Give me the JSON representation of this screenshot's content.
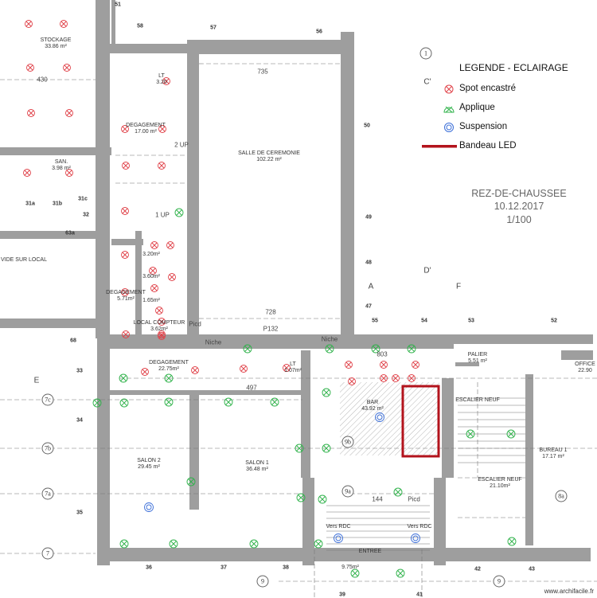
{
  "legend": {
    "title": "LEGENDE - ECLAIRAGE",
    "items": [
      {
        "label": "Spot encastré",
        "icon": "spot-icon",
        "color": "#e0434a"
      },
      {
        "label": "Applique",
        "icon": "applique-icon",
        "color": "#2fb24a"
      },
      {
        "label": "Suspension",
        "icon": "suspension-icon",
        "color": "#3c6fd8"
      },
      {
        "label": "Bandeau LED",
        "icon": "led-strip",
        "color": "#b3131c"
      }
    ]
  },
  "stamp": {
    "level": "REZ-DE-CHAUSSEE",
    "date": "10.12.2017",
    "scale": "1/100"
  },
  "rooms": [
    {
      "name": "STOCKAGE",
      "area": "33.86 m²"
    },
    {
      "name": "LT",
      "area": "3.20"
    },
    {
      "name": "DEGAGEMENT",
      "area": "17.00 m²"
    },
    {
      "name": "SAN.",
      "area": "3.98 m²"
    },
    {
      "name": "SALLE DE CEREMONIE",
      "area": "102.22 m²"
    },
    {
      "name": "DEGAGEMENT",
      "area": "5.71m²"
    },
    {
      "name": "",
      "area": "3.20m²"
    },
    {
      "name": "",
      "area": "3.60m²"
    },
    {
      "name": "",
      "area": "1.65m²"
    },
    {
      "name": "LOCAL COMPTEUR",
      "area": "3.62m²"
    },
    {
      "name": "DEGAGEMENT",
      "area": "22.75m²"
    },
    {
      "name": "LT",
      "area": "1.07m²"
    },
    {
      "name": "SALON 2",
      "area": "29.45 m²"
    },
    {
      "name": "SALON 1",
      "area": "36.48 m²"
    },
    {
      "name": "BAR",
      "area": "43.92 m²"
    },
    {
      "name": "PALIER",
      "area": "5.51 m²"
    },
    {
      "name": "ESCALIER NEUF",
      "area": ""
    },
    {
      "name": "ESCALIER NEUF",
      "area": "21.10m²"
    },
    {
      "name": "OFFICE",
      "area": "22.90"
    },
    {
      "name": "BUREAU 1",
      "area": "17.17 m²"
    },
    {
      "name": "ENTREE",
      "area": ""
    },
    {
      "name": "",
      "area": "9.75m²"
    },
    {
      "name": "Vers RDC",
      "area": ""
    },
    {
      "name": "Vers RDC",
      "area": ""
    },
    {
      "name": "VIDE SUR LOCAL",
      "area": ""
    }
  ],
  "openings": [
    "51",
    "58",
    "57",
    "56",
    "50",
    "49",
    "48",
    "47",
    "55",
    "54",
    "53",
    "52",
    "31a",
    "31b",
    "31c",
    "32",
    "63a",
    "68",
    "33",
    "34",
    "35",
    "36",
    "37",
    "38",
    "39",
    "41",
    "42",
    "43"
  ],
  "grid_markers": [
    "1",
    "7c",
    "7b",
    "7a",
    "7",
    "9",
    "9",
    "8a",
    "9b",
    "9a"
  ],
  "section_marks": [
    "C'",
    "D'",
    "A",
    "F",
    "E"
  ],
  "dimensions": [
    "430",
    "735",
    "728",
    "497",
    "803",
    "144"
  ],
  "annotations": [
    "Niche",
    "Niche",
    "Picd",
    "Picd",
    "P132",
    "1 UP",
    "2 UP"
  ],
  "watermark": "www.archifacile.fr"
}
